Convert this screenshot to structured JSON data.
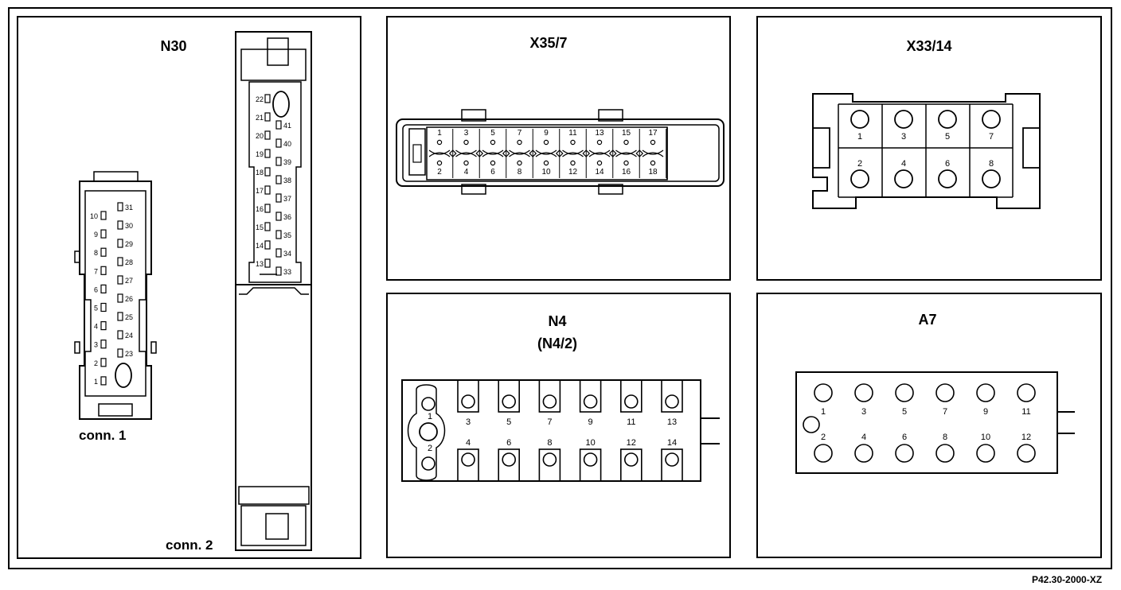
{
  "reference": "P42.30-2000-XZ",
  "panels": {
    "n30": {
      "title": "N30",
      "conn1_label": "conn. 1",
      "conn2_label": "conn. 2",
      "conn1_left_pins": [
        "10",
        "9",
        "8",
        "7",
        "6",
        "5",
        "4",
        "3",
        "2",
        "1"
      ],
      "conn1_right_pins": [
        "31",
        "30",
        "29",
        "28",
        "27",
        "26",
        "25",
        "24",
        "23"
      ],
      "conn2_left_pins": [
        "22",
        "21",
        "20",
        "19",
        "18",
        "17",
        "16",
        "15",
        "14",
        "13"
      ],
      "conn2_right_pins": [
        "41",
        "40",
        "39",
        "38",
        "37",
        "36",
        "35",
        "34",
        "33"
      ]
    },
    "x35_7": {
      "title": "X35/7",
      "top_pins": [
        "1",
        "3",
        "5",
        "7",
        "9",
        "11",
        "13",
        "15",
        "17"
      ],
      "bottom_pins": [
        "2",
        "4",
        "6",
        "8",
        "10",
        "12",
        "14",
        "16",
        "18"
      ]
    },
    "x33_14": {
      "title": "X33/14",
      "top_pins": [
        "1",
        "3",
        "5",
        "7"
      ],
      "bottom_pins": [
        "2",
        "4",
        "6",
        "8"
      ]
    },
    "n4": {
      "title": "N4",
      "subtitle": "(N4/2)",
      "side_pins": [
        "1",
        "2"
      ],
      "top_pins": [
        "3",
        "5",
        "7",
        "9",
        "11",
        "13"
      ],
      "bottom_pins": [
        "4",
        "6",
        "8",
        "10",
        "12",
        "14"
      ]
    },
    "a7": {
      "title": "A7",
      "top_pins": [
        "1",
        "3",
        "5",
        "7",
        "9",
        "11"
      ],
      "bottom_pins": [
        "2",
        "4",
        "6",
        "8",
        "10",
        "12"
      ]
    }
  }
}
